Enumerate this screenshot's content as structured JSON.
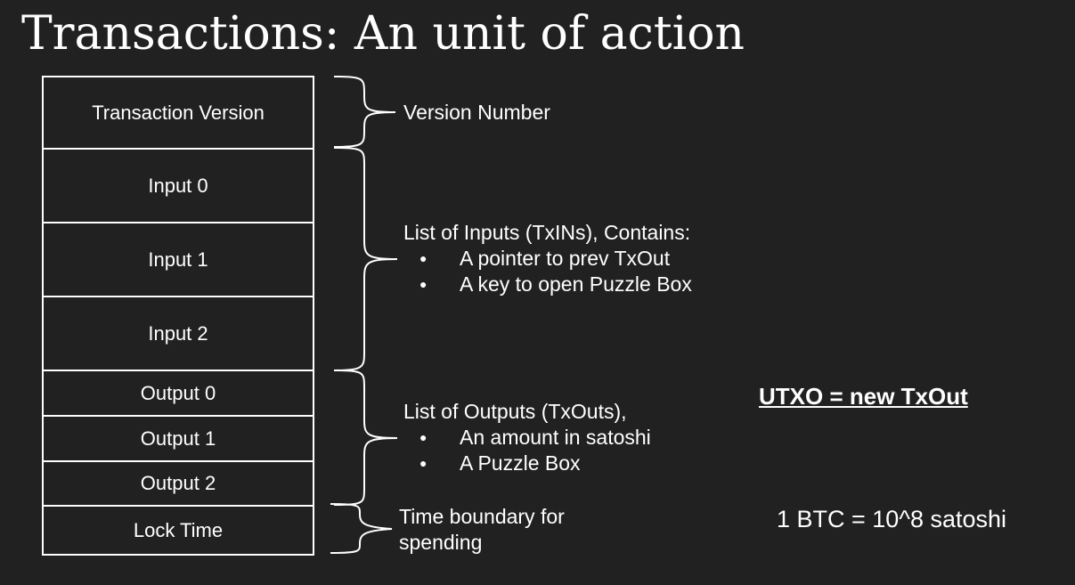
{
  "title": "Transactions: An unit of action",
  "table": {
    "rows": [
      {
        "label": "Transaction Version"
      },
      {
        "label": "Input 0"
      },
      {
        "label": "Input 1"
      },
      {
        "label": "Input 2"
      },
      {
        "label": "Output 0"
      },
      {
        "label": "Output 1"
      },
      {
        "label": "Output 2"
      },
      {
        "label": "Lock Time"
      }
    ]
  },
  "annotations": {
    "version": "Version Number",
    "inputs": {
      "heading": "List of Inputs (TxINs), Contains:",
      "items": [
        "A pointer to prev TxOut",
        "A key to open Puzzle Box"
      ]
    },
    "outputs": {
      "heading": "List of Outputs (TxOuts),",
      "items": [
        "An amount in satoshi",
        "A Puzzle Box"
      ]
    },
    "locktime": {
      "line1": "Time boundary for",
      "line2": "spending"
    }
  },
  "notes": {
    "utxo": "UTXO = new TxOut",
    "btc": "1 BTC = 10^8 satoshi"
  },
  "colors": {
    "background": "#212121",
    "foreground": "#ffffff"
  }
}
